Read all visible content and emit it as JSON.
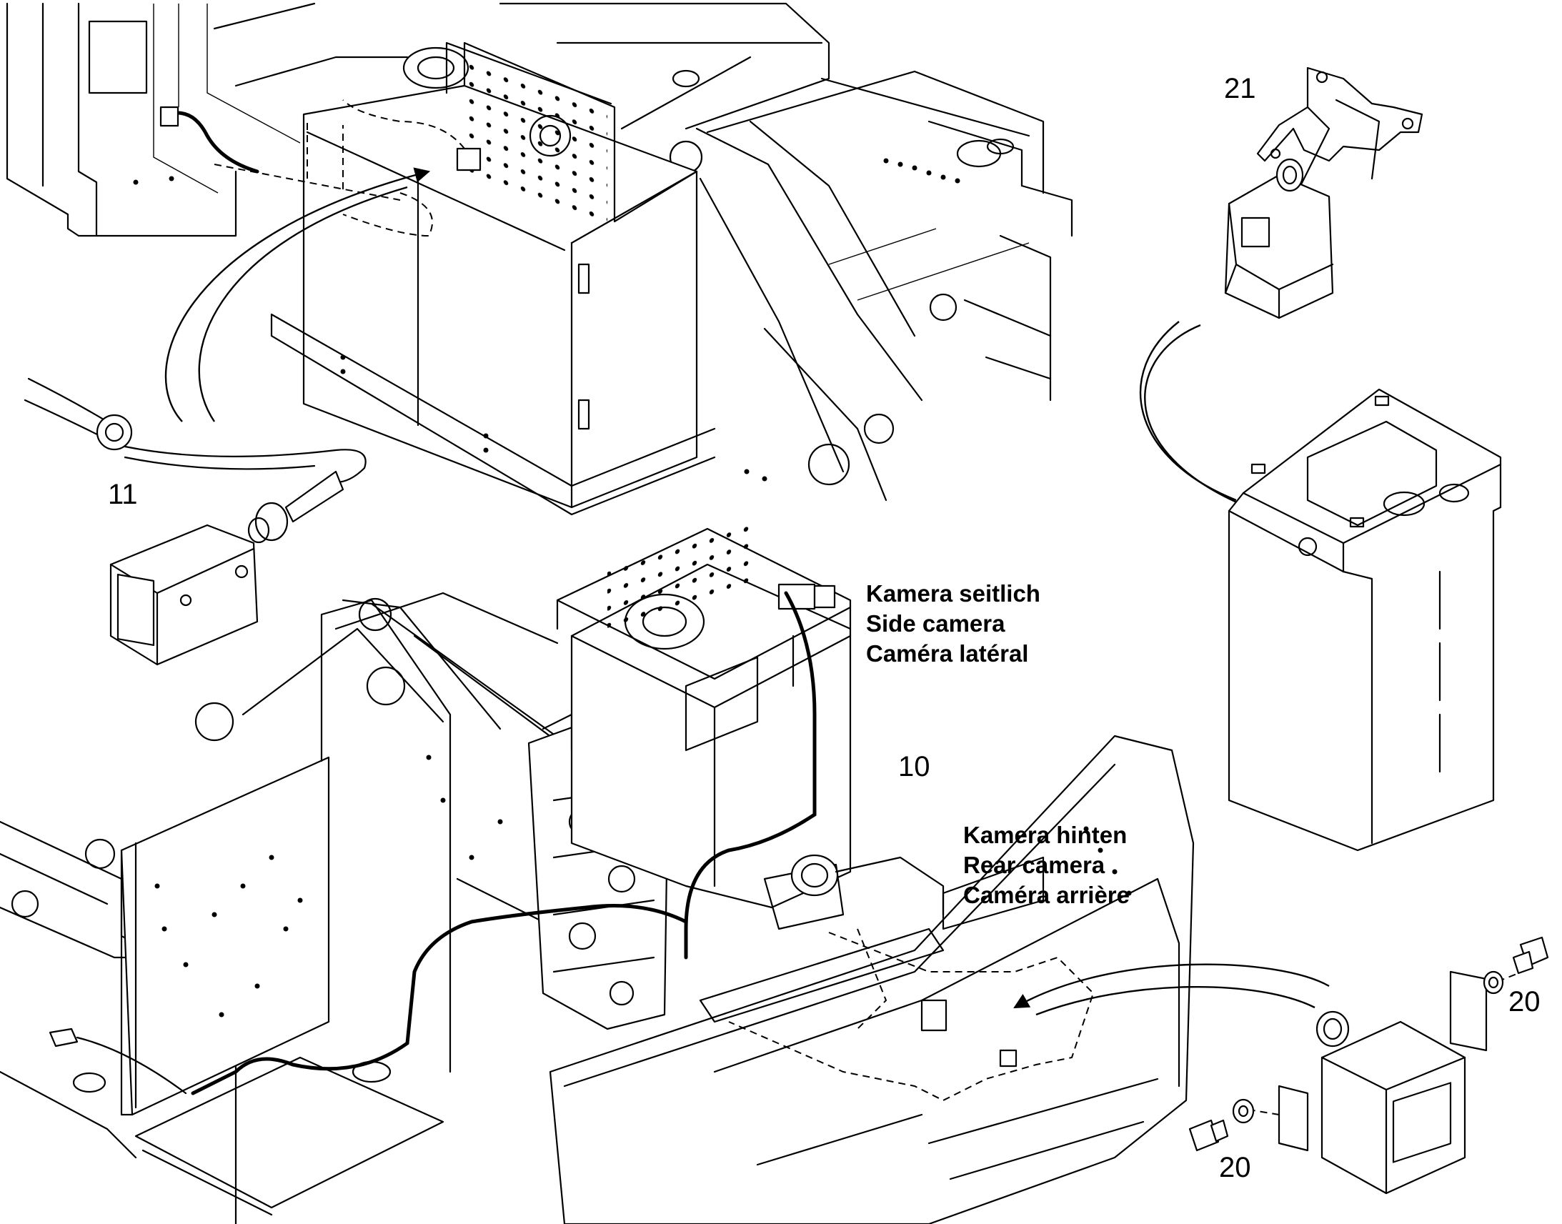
{
  "callouts": {
    "item_21": "21",
    "item_11": "11",
    "item_10": "10",
    "item_20_right": "20",
    "item_20_bottom": "20"
  },
  "side_camera": {
    "de": "Kamera seitlich",
    "en": "Side camera",
    "fr": "Caméra latéral"
  },
  "rear_camera": {
    "de": "Kamera hinten",
    "en": "Rear camera",
    "fr": "Caméra arrière"
  }
}
